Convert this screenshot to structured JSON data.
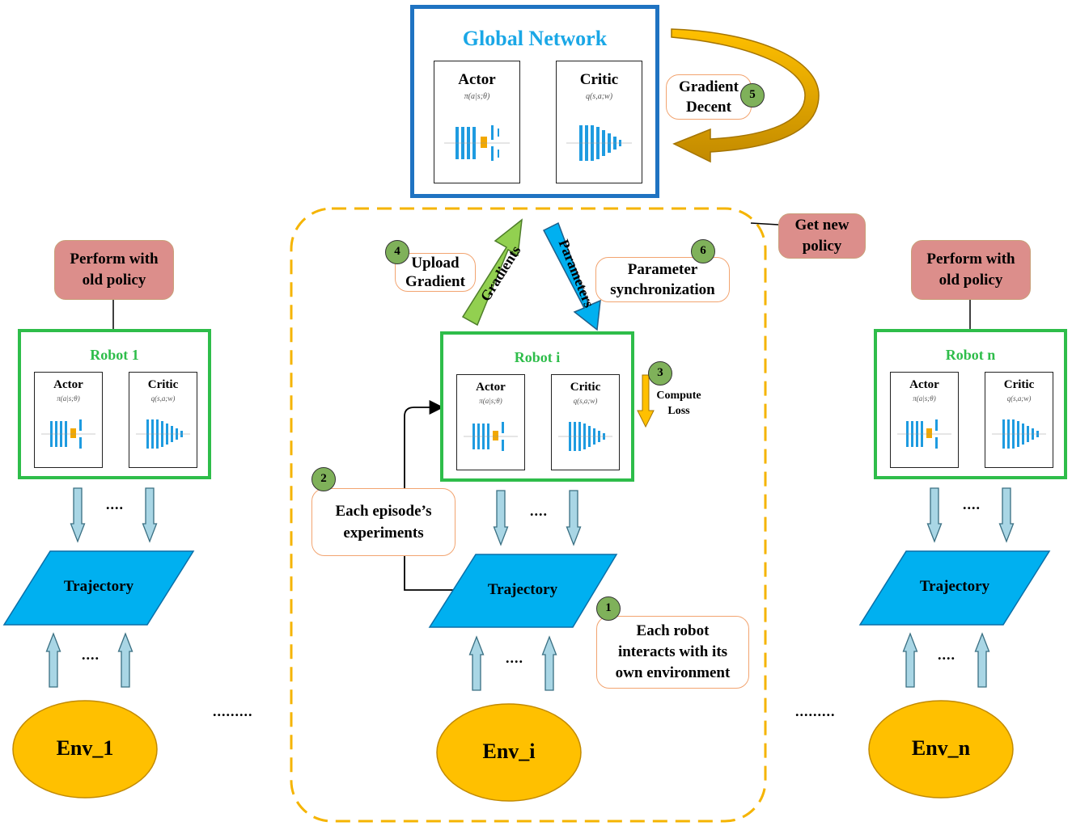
{
  "global_network": {
    "title": "Global Network",
    "actor": {
      "title": "Actor",
      "formula": "π(a|s;θ)"
    },
    "critic": {
      "title": "Critic",
      "formula": "q(s,a;w)"
    }
  },
  "steps": {
    "s1": {
      "number": "1",
      "lines": [
        "Each robot",
        "interacts with its",
        "own environment"
      ]
    },
    "s2": {
      "number": "2",
      "lines": [
        "Each episode’s",
        "experiments"
      ]
    },
    "s3": {
      "number": "3",
      "lines": [
        "Compute",
        "Loss"
      ]
    },
    "s4": {
      "number": "4",
      "lines": [
        "Upload",
        "Gradient"
      ]
    },
    "s5": {
      "number": "5",
      "lines": [
        "Gradient",
        "Decent"
      ]
    },
    "s6": {
      "number": "6",
      "lines": [
        "Parameter",
        "synchronization"
      ]
    }
  },
  "arrows": {
    "gradients": "Gradients",
    "parameters": "Parameters"
  },
  "get_new_policy": [
    "Get new",
    "policy"
  ],
  "old_policy": [
    "Perform with",
    "old policy"
  ],
  "robots": [
    {
      "title": "Robot 1",
      "env": "Env_1"
    },
    {
      "title": "Robot i",
      "env": "Env_i"
    },
    {
      "title": "Robot n",
      "env": "Env_n"
    }
  ],
  "robot_actor": {
    "title": "Actor",
    "formula": "π(a|s;θ)"
  },
  "robot_critic": {
    "title": "Critic",
    "formula": "q(s,a;w)"
  },
  "trajectory": "Trajectory",
  "ellipsis_short": "....",
  "ellipsis_long": ".........",
  "colors": {
    "global_border": "#1f73c2",
    "global_title": "#1aa7e6",
    "robot_border": "#2ebd4a",
    "trajectory_fill": "#00b0f0",
    "env_fill": "#ffc000",
    "pink_box": "#dc8e8b",
    "orange_outline": "#f2a470",
    "dashed_border": "#f5b400",
    "gradients_arrow": "#92d050",
    "parameters_arrow": "#00b0f0",
    "down_arrow_fill": "#a9d6e5",
    "badge": "#7fb15a"
  }
}
